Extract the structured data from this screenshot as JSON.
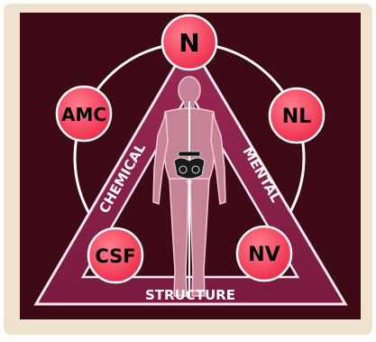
{
  "colors": {
    "background": "#3d0a16",
    "frame": "#e9dcc6",
    "triangle": "#8c1f47",
    "triangle_edge": "#f7e6ee",
    "circle_line": "#ffffff",
    "node_fill": "#f53f5a",
    "node_edge": "#ffffff",
    "body_fill": "#c58395",
    "body_outline": "#f4c8d5",
    "spine": "#ffffff",
    "label_text": "#ffffff",
    "node_text": "#000000"
  },
  "nodes": {
    "top": "N",
    "upper_left": "AMC",
    "upper_right": "NL",
    "lower_left": "CSF",
    "lower_right": "NV"
  },
  "sides": {
    "left": "CHEMICAL",
    "right": "MENTAL",
    "bottom": "STRUCTURE"
  },
  "icons": {
    "figure": "human-body-icon",
    "pelvis": "pelvis-icon"
  }
}
